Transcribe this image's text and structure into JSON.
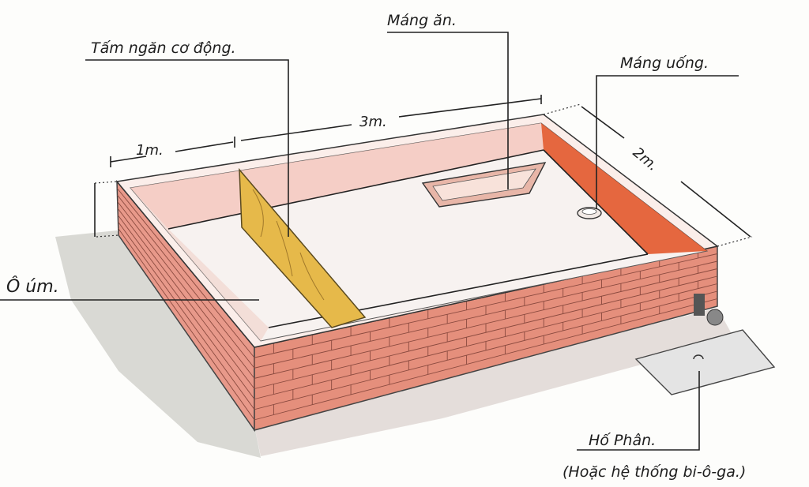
{
  "title": "Pig pen layout sketch",
  "labels": {
    "divider": "Tấm ngăn cơ động.",
    "feeder": "Máng ăn.",
    "waterer": "Máng uống.",
    "brooding_area": "Ô úm.",
    "manure_pit": "Hố Phân.",
    "manure_pit_alt": "(Hoặc hệ thống bi-ô-ga.)"
  },
  "dimensions": {
    "length": "3m.",
    "compartment_width": "1m.",
    "width": "2m."
  },
  "colors": {
    "brick": "#e58f7c",
    "brick_dark": "#d86a55",
    "back_wall_orange": "#e2582b",
    "floor": "#f8f1ee",
    "inner_wall": "#f3c9c0",
    "wood": "#e6b94a",
    "shadow": "#c9c9c6"
  }
}
